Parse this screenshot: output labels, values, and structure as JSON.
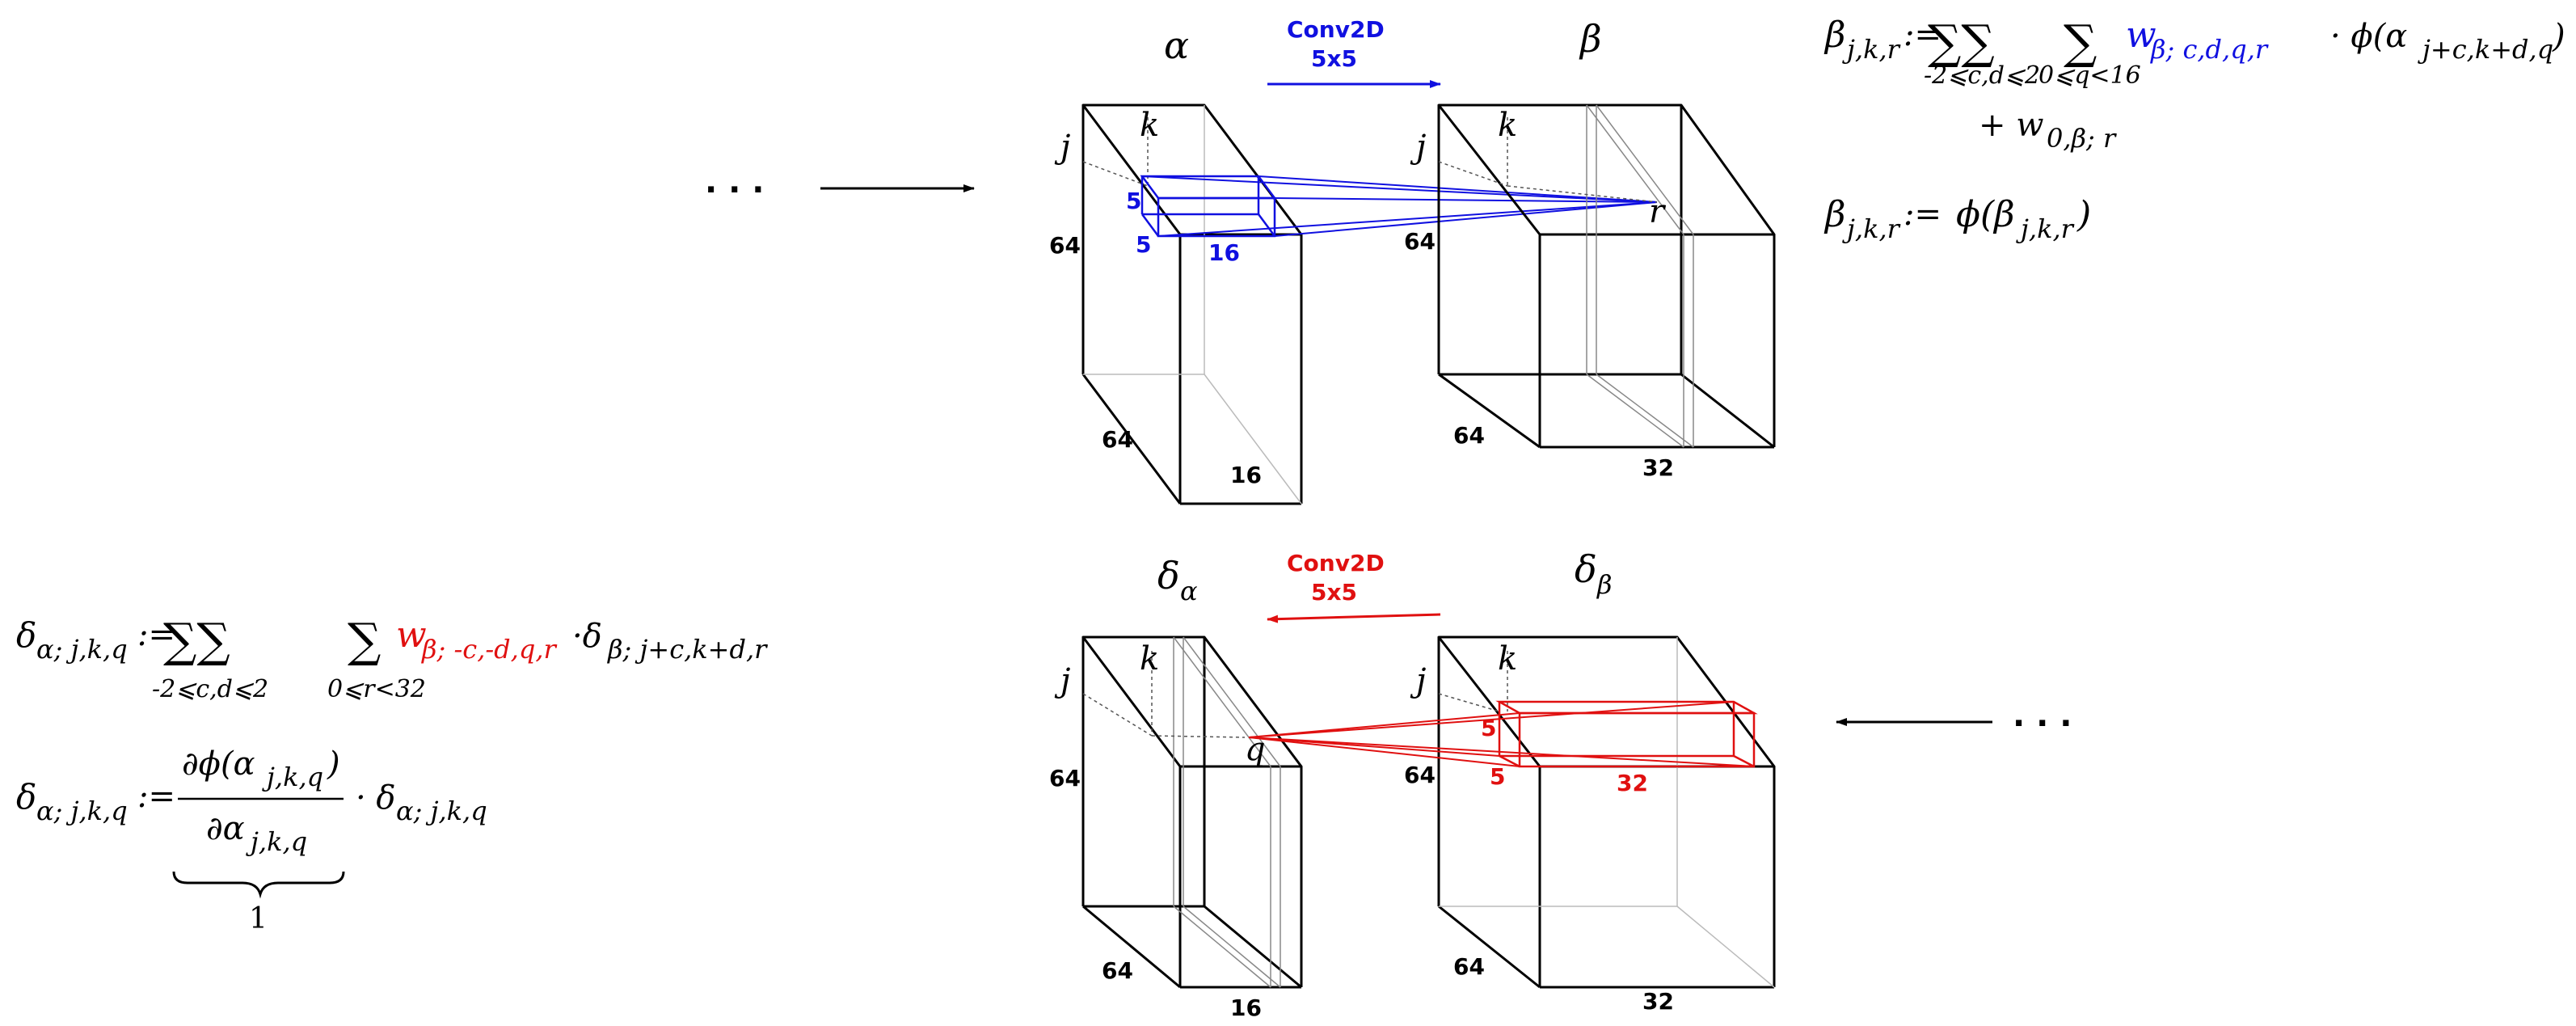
{
  "colors": {
    "forward": "#1010e0",
    "backward": "#e01010",
    "ink": "#000000",
    "guide": "#8a8a8a"
  },
  "ellipsis": "· · ·",
  "forward": {
    "conv_label": "Conv2D",
    "conv_size": "5x5",
    "input_symbol": "α",
    "output_symbol": "β",
    "input_axes": {
      "row": "j",
      "col": "k",
      "height": "64",
      "width": "64",
      "depth": "16"
    },
    "output_axes": {
      "row": "j",
      "col": "k",
      "height": "64",
      "width": "64",
      "depth": "32",
      "channel": "r"
    },
    "kernel": {
      "h": "5",
      "w": "5",
      "depth": "16"
    },
    "equations": {
      "e1_lhs": "β",
      "e1_lhs_sub": "j,k,r",
      "assign": ":=",
      "sum1_range": "-2⩽c,d⩽2",
      "sum2_range": "0⩽q<16",
      "weight": "w",
      "weight_sub": "β; c,d,q,r",
      "dot_phi": "· ϕ(α",
      "phi_sub": "j+c,k+d,q",
      "close": ")",
      "bias": "+ w",
      "bias_sub": "0,β; r",
      "e2_lhs": "β",
      "e2_lhs_sub": "j,k,r",
      "e2_rhs": "ϕ(β",
      "e2_rhs_sub": "j,k,r",
      "e2_close": ")"
    }
  },
  "backward": {
    "conv_label": "Conv2D",
    "conv_size": "5x5",
    "input_symbol": "δ",
    "input_symbol_sub": "α",
    "output_symbol": "δ",
    "output_symbol_sub": "β",
    "input_axes": {
      "row": "j",
      "col": "k",
      "height": "64",
      "width": "64",
      "depth": "16",
      "channel": "q"
    },
    "output_axes": {
      "row": "j",
      "col": "k",
      "height": "64",
      "width": "64",
      "depth": "32"
    },
    "kernel": {
      "h": "5",
      "w": "5",
      "depth": "32"
    },
    "equations": {
      "e1_lhs": "δ",
      "e1_lhs_sub": "α; j,k,q",
      "assign": ":=",
      "sum1_range": "-2⩽c,d⩽2",
      "sum2_range": "0⩽r<32",
      "weight": "w",
      "weight_sub": "β; -c,-d,q,r",
      "dot_delta": "·δ",
      "delta_sub": "β; j+c,k+d,r",
      "e2_lhs": "δ",
      "e2_lhs_sub": "α; j,k,q",
      "frac_num": "∂ϕ(α",
      "frac_num_sub": "j,k,q",
      "frac_num_close": ")",
      "frac_den": "∂α",
      "frac_den_sub": "j,k,q",
      "dot_delta2": "· δ",
      "delta2_sub": "α; j,k,q",
      "underbrace_value": "1"
    }
  }
}
